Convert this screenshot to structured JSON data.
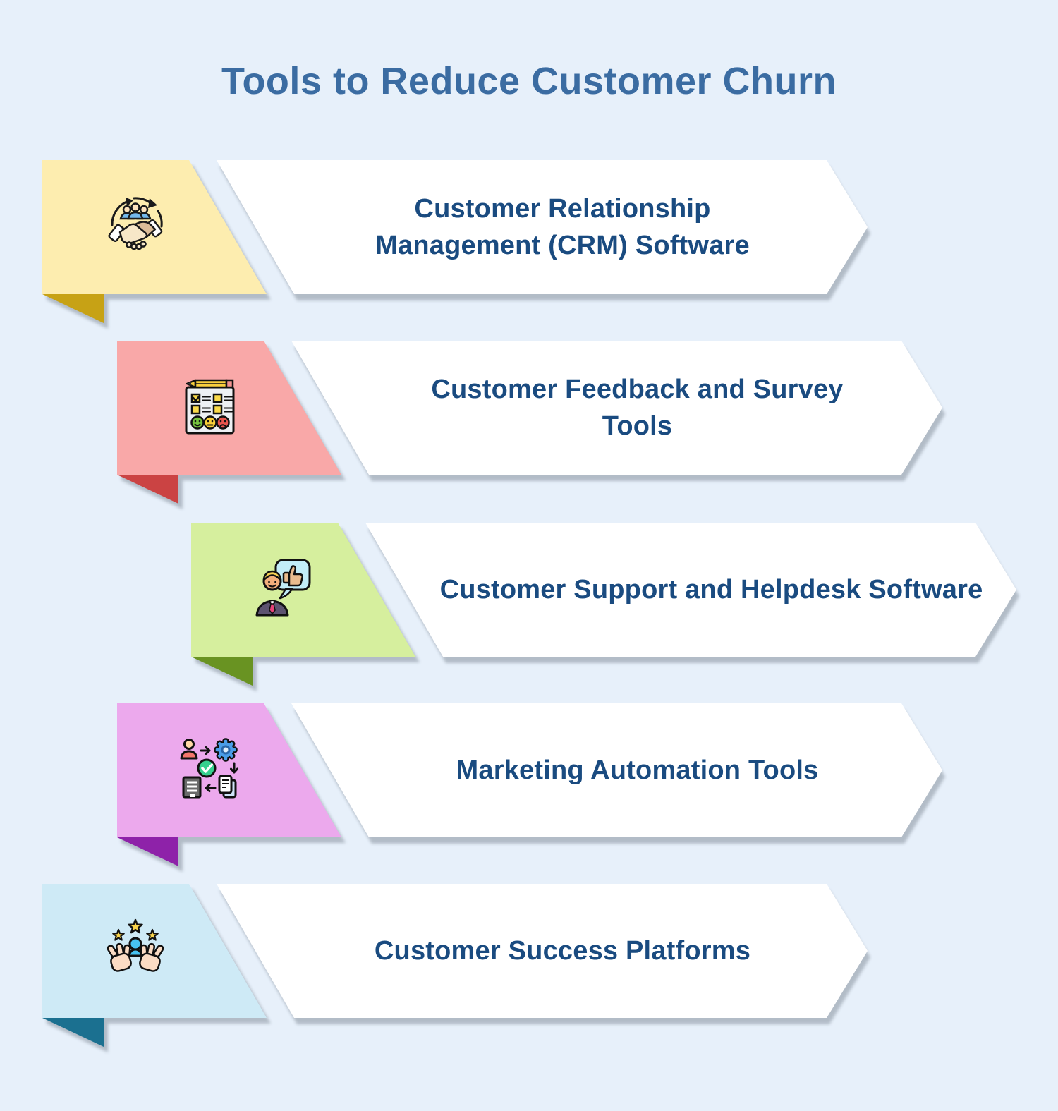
{
  "title": "Tools to Reduce Customer Churn",
  "colors": {
    "background": "#E7F0FA",
    "title_text": "#3B6CA2",
    "item_text": "#1A4B80",
    "banner_fill": "#FFFFFF",
    "shadow": "#C8C8C8"
  },
  "rows": [
    {
      "label": "Customer Relationship Management (CRM) Software",
      "icon": "crm-handshake-icon",
      "block_color": "#FDEDAF",
      "fold_color": "#C7A215"
    },
    {
      "label": "Customer Feedback and Survey Tools",
      "icon": "feedback-survey-icon",
      "block_color": "#F9A8A8",
      "fold_color": "#CB4343"
    },
    {
      "label": "Customer Support and Helpdesk Software",
      "icon": "support-helpdesk-icon",
      "block_color": "#D6EF9E",
      "fold_color": "#699322"
    },
    {
      "label": "Marketing Automation Tools",
      "icon": "marketing-automation-icon",
      "block_color": "#ECA9ED",
      "fold_color": "#8E22A9"
    },
    {
      "label": "Customer Success Platforms",
      "icon": "customer-success-icon",
      "block_color": "#CEEAF6",
      "fold_color": "#1B7090"
    }
  ]
}
